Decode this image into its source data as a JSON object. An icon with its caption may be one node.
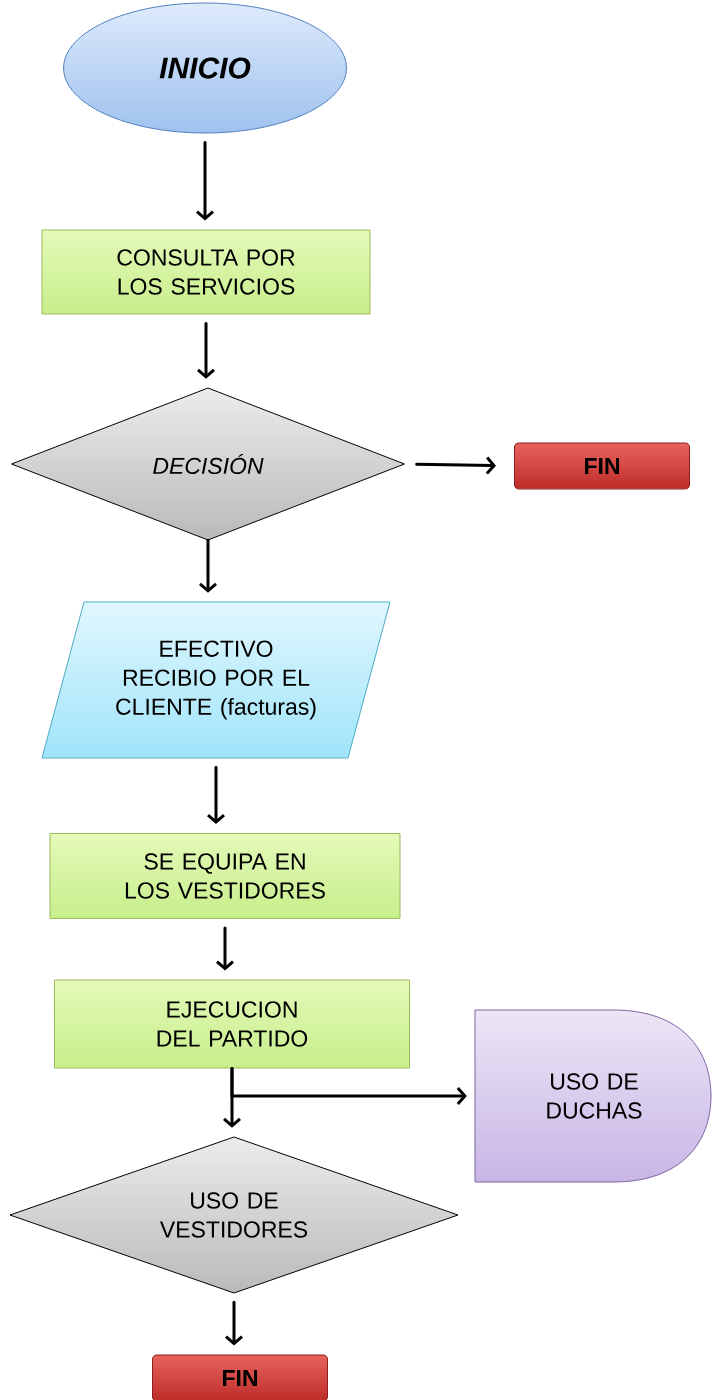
{
  "diagram": {
    "nodes": [
      {
        "text": [
          "INICIO"
        ]
      },
      {
        "text": [
          "CONSULTA POR LOS SERVICIOS"
        ]
      },
      {
        "text": [
          "DECISIÓN"
        ]
      },
      {
        "text": [
          "FIN"
        ]
      },
      {
        "text": [
          "EFECTIVO RECIBIO POR EL CLIENTE (facturas)"
        ]
      },
      {
        "text": [
          "SE EQUIPA EN LOS VESTIDORES"
        ]
      },
      {
        "text": [
          "EJECUCION DEL PARTIDO"
        ]
      },
      {
        "text": [
          "USO DE DUCHAS"
        ]
      },
      {
        "text": [
          "USO DE VESTIDORES"
        ]
      },
      {
        "text": [
          "FIN"
        ]
      }
    ],
    "edges": [
      {
        "from": 0,
        "to": 1,
        "arrow": "to"
      },
      {
        "from": 1,
        "to": 2,
        "arrow": "to"
      },
      {
        "from": 2,
        "to": 3,
        "arrow": "to"
      },
      {
        "from": 2,
        "to": 4,
        "arrow": "to"
      },
      {
        "from": 4,
        "to": 5,
        "arrow": "to"
      },
      {
        "from": 5,
        "to": 6,
        "arrow": "to"
      },
      {
        "from": 6,
        "to": 8,
        "arrow": "to"
      },
      {
        "from": 6,
        "to": 7,
        "arrow": "to"
      },
      {
        "from": 8,
        "to": 9,
        "arrow": "to"
      }
    ]
  }
}
